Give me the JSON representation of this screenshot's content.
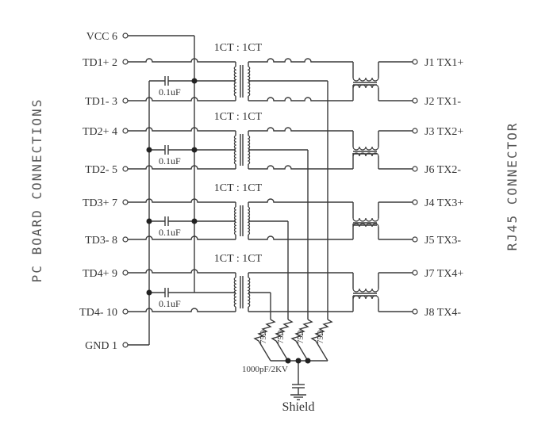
{
  "title_left": "PC BOARD CONNECTIONS",
  "title_right": "RJ45 CONNECTOR",
  "left_pins": [
    {
      "label": "VCC 6"
    },
    {
      "label": "TD1+ 2"
    },
    {
      "label": "TD1- 3"
    },
    {
      "label": "TD2+ 4"
    },
    {
      "label": "TD2- 5"
    },
    {
      "label": "TD3+ 7"
    },
    {
      "label": "TD3- 8"
    },
    {
      "label": "TD4+ 9"
    },
    {
      "label": "TD4- 10"
    },
    {
      "label": "GND 1"
    }
  ],
  "right_pins": [
    {
      "label": "J1 TX1+"
    },
    {
      "label": "J2 TX1-"
    },
    {
      "label": "J3 TX2+"
    },
    {
      "label": "J6 TX2-"
    },
    {
      "label": "J4 TX3+"
    },
    {
      "label": "J5 TX3-"
    },
    {
      "label": "J7 TX4+"
    },
    {
      "label": "J8 TX4-"
    }
  ],
  "transformer_ratio": "1CT : 1CT",
  "capacitor_value": "0.1uF",
  "resistor_value": "75Ω",
  "shield_cap_value": "1000pF/2KV",
  "shield_label": "Shield"
}
